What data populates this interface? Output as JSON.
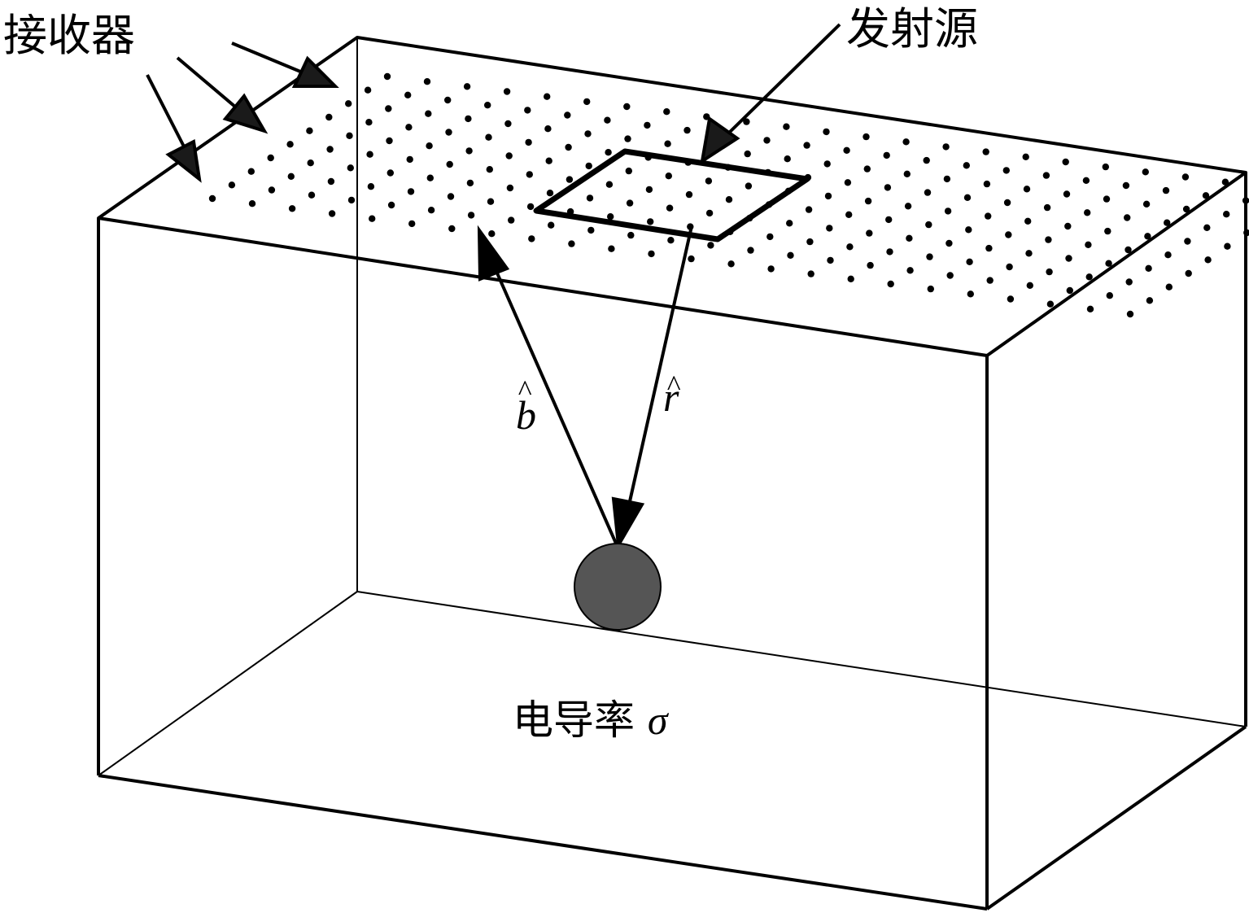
{
  "labels": {
    "receiver": "接收器",
    "source": "发射源",
    "b_hat": "b",
    "r_hat": "r",
    "hat_mark": "^",
    "conductivity_prefix": "电导率",
    "conductivity_symbol": "σ"
  },
  "colors": {
    "stroke": "#000000",
    "sphere_fill": "#555555",
    "arrow_head": "#1a1a1a",
    "background": "#ffffff"
  },
  "receiver_grid": {
    "rows": 10,
    "cols": 24
  }
}
